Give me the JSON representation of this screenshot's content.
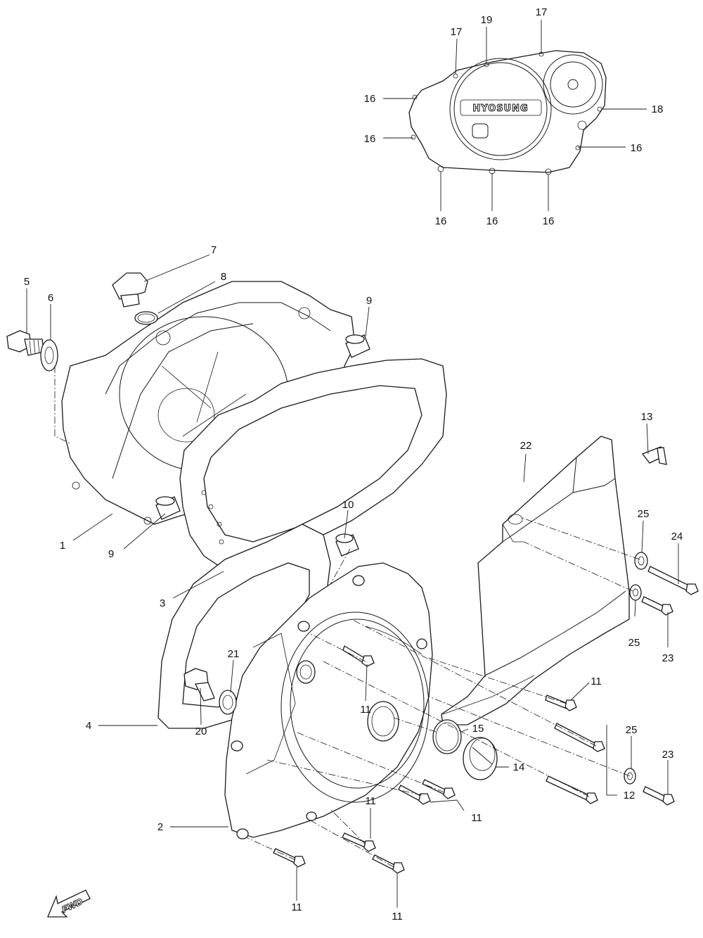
{
  "brand_label": "HYOSUNG",
  "direction_label": "FWD",
  "callouts": [
    {
      "id": "c1",
      "text": "1"
    },
    {
      "id": "c2",
      "text": "2"
    },
    {
      "id": "c3",
      "text": "3"
    },
    {
      "id": "c4",
      "text": "4"
    },
    {
      "id": "c5",
      "text": "5"
    },
    {
      "id": "c6",
      "text": "6"
    },
    {
      "id": "c7",
      "text": "7"
    },
    {
      "id": "c8",
      "text": "8"
    },
    {
      "id": "c9a",
      "text": "9"
    },
    {
      "id": "c9b",
      "text": "9"
    },
    {
      "id": "c10",
      "text": "10"
    },
    {
      "id": "c11a",
      "text": "11"
    },
    {
      "id": "c11b",
      "text": "11"
    },
    {
      "id": "c11c",
      "text": "11"
    },
    {
      "id": "c11d",
      "text": "11"
    },
    {
      "id": "c11e",
      "text": "11"
    },
    {
      "id": "c11f",
      "text": "11"
    },
    {
      "id": "c12",
      "text": "12"
    },
    {
      "id": "c13",
      "text": "13"
    },
    {
      "id": "c14",
      "text": "14"
    },
    {
      "id": "c15",
      "text": "15"
    },
    {
      "id": "c16a",
      "text": "16"
    },
    {
      "id": "c16b",
      "text": "16"
    },
    {
      "id": "c16c",
      "text": "16"
    },
    {
      "id": "c16d",
      "text": "16"
    },
    {
      "id": "c16e",
      "text": "16"
    },
    {
      "id": "c16f",
      "text": "16"
    },
    {
      "id": "c17a",
      "text": "17"
    },
    {
      "id": "c17b",
      "text": "17"
    },
    {
      "id": "c18",
      "text": "18"
    },
    {
      "id": "c19",
      "text": "19"
    },
    {
      "id": "c20",
      "text": "20"
    },
    {
      "id": "c21",
      "text": "21"
    },
    {
      "id": "c22",
      "text": "22"
    },
    {
      "id": "c23a",
      "text": "23"
    },
    {
      "id": "c23b",
      "text": "23"
    },
    {
      "id": "c24",
      "text": "24"
    },
    {
      "id": "c25a",
      "text": "25"
    },
    {
      "id": "c25b",
      "text": "25"
    },
    {
      "id": "c25c",
      "text": "25"
    }
  ]
}
